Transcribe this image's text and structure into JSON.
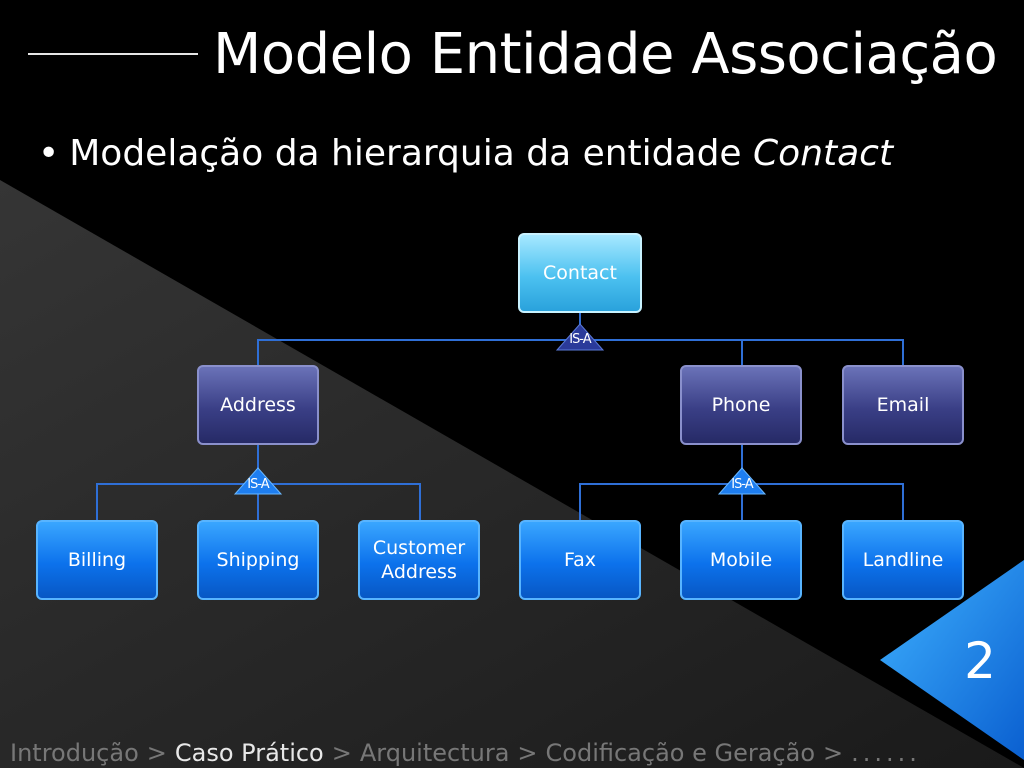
{
  "slide": {
    "title": "Modelo Entidade Associação",
    "bullet_prefix": "Modelação da hierarquia da entidade ",
    "bullet_emphasis": "Contact",
    "number": "2"
  },
  "diagram": {
    "root": "Contact",
    "level1": [
      "Address",
      "Phone",
      "Email"
    ],
    "address_children": [
      "Billing",
      "Shipping",
      "Customer Address"
    ],
    "phone_children": [
      "Fax",
      "Mobile",
      "Landline"
    ],
    "isa_label": "IS-A"
  },
  "footer": {
    "items": [
      "Introdução",
      "Caso Prático",
      "Arquitectura",
      "Codificação e Geração",
      "......"
    ],
    "separator": ">",
    "active_index": 1
  },
  "colors": {
    "root_fill": "#4cc1f0",
    "mid_fill": "#3a3f86",
    "leaf_fill": "#0c72ec",
    "connector": "#2f6fd6",
    "corner_accent": "#1a8ff0"
  }
}
